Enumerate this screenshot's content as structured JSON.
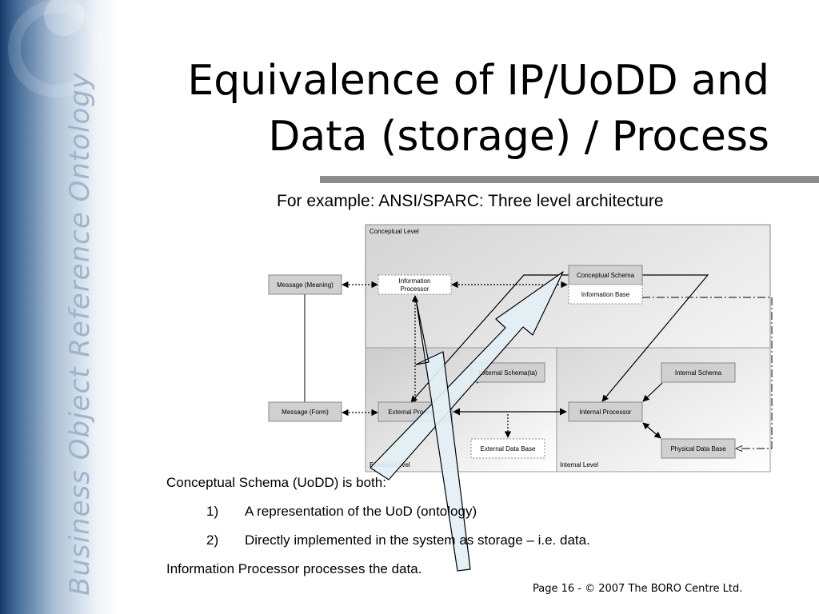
{
  "slide": {
    "title_line1": "Equivalence of IP/UoDD and",
    "title_line2": "Data (storage) / Process",
    "subtitle": "For example: ANSI/SPARC: Three level architecture",
    "sidebar_text": "Business Object Reference Ontology",
    "footer": "Page 16 - © 2007 The BORO Centre Ltd."
  },
  "diagram": {
    "regions": {
      "conceptual": "Conceptual Level",
      "external": "External Level",
      "internal": "Internal Level"
    },
    "boxes": {
      "message_meaning": "Message (Meaning)",
      "information_processor_1": "Information",
      "information_processor_2": "Processor",
      "conceptual_schema": "Conceptual Schema",
      "information_base": "Information Base",
      "external_schema": "External Schema(ta)",
      "internal_schema": "Internal Schema",
      "message_form": "Message (Form)",
      "external_processor": "External Processor",
      "internal_processor": "Internal Processor",
      "external_data_base": "External Data Base",
      "physical_data_base": "Physical Data Base"
    }
  },
  "body": {
    "intro": "Conceptual Schema (UoDD) is both:",
    "items": [
      {
        "num": "1)",
        "text": "A representation of the UoD (ontology)"
      },
      {
        "num": "2)",
        "text": "Directly implemented in the system as storage – i.e. data."
      }
    ],
    "outro": "Information Processor processes the data."
  }
}
